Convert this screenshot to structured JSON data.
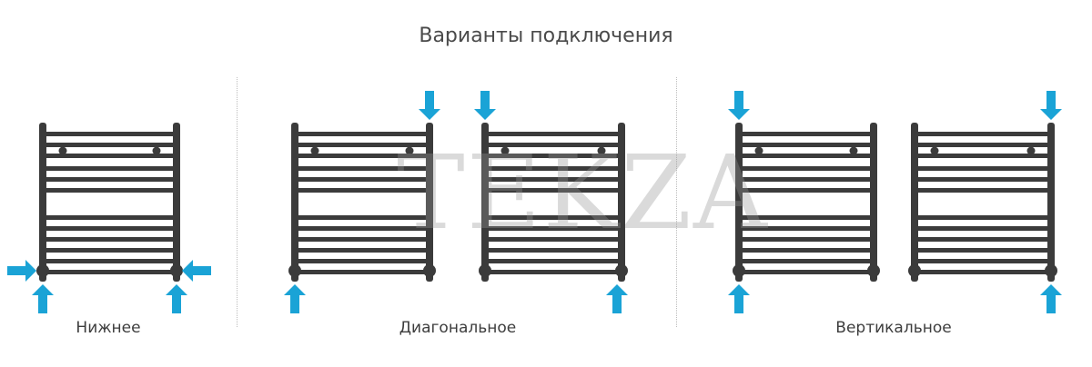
{
  "title": "Варианты подключения",
  "watermark": "TEKZA",
  "colors": {
    "rail": "#3b3b3b",
    "arrow": "#1aa3d6",
    "divider": "#bdbdbd"
  },
  "sections": [
    {
      "label": "Нижнее"
    },
    {
      "label": "Диагональное"
    },
    {
      "label": "Вертикальное"
    }
  ]
}
